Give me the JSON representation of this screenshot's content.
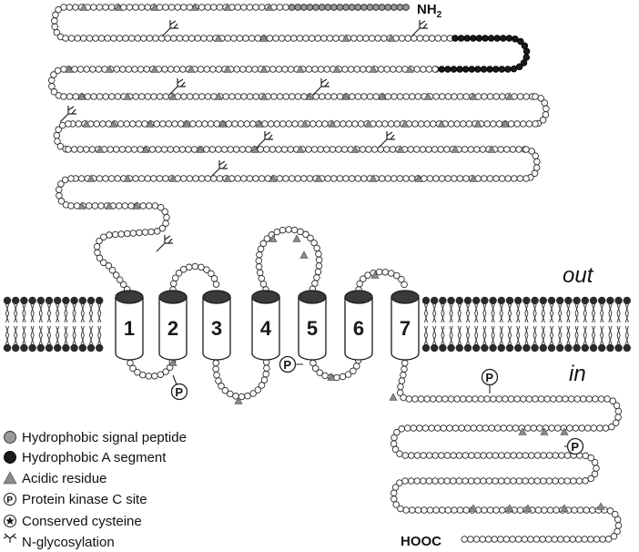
{
  "labels": {
    "n_terminus": "NH",
    "n_terminus_sub": "2",
    "c_terminus": "HOOC",
    "outside": "out",
    "inside": "in",
    "pkc_symbol": "P"
  },
  "helices": [
    "1",
    "2",
    "3",
    "4",
    "5",
    "6",
    "7"
  ],
  "legend": [
    {
      "symbol": "grey-circle-icon",
      "text": "Hydrophobic signal peptide"
    },
    {
      "symbol": "black-circle-icon",
      "text": "Hydrophobic A segment"
    },
    {
      "symbol": "grey-triangle-icon",
      "text": "Acidic residue"
    },
    {
      "symbol": "p-circle-icon",
      "text": "Protein kinase C site"
    },
    {
      "symbol": "star-circle-icon",
      "text": "Conserved cysteine"
    },
    {
      "symbol": "glycosylation-icon",
      "text": "N-glycosylation"
    }
  ],
  "colors": {
    "signal_peptide": "#9a9a9a",
    "a_segment": "#1a1a1a",
    "acidic_residue": "#8a8a8a",
    "membrane_head": "#2a2a2a"
  }
}
